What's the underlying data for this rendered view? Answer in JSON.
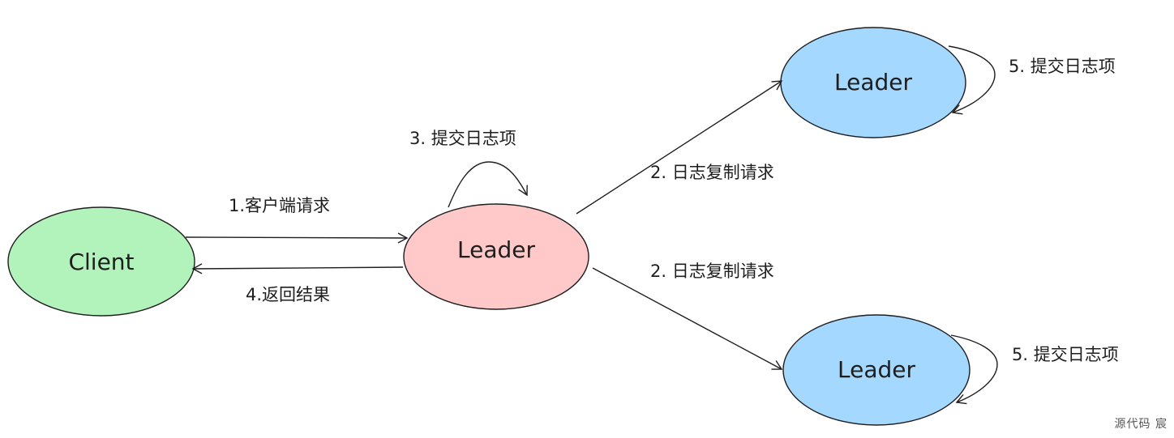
{
  "nodes": {
    "client": {
      "label": "Client",
      "fill": "#b2f2bb"
    },
    "leader_main": {
      "label": "Leader",
      "fill": "#ffc9c9"
    },
    "leader_top": {
      "label": "Leader",
      "fill": "#a5d8ff"
    },
    "leader_bottom": {
      "label": "Leader",
      "fill": "#a5d8ff"
    }
  },
  "edges": {
    "client_request": "1.客户端请求",
    "return_result": "4.返回结果",
    "commit_main": "3. 提交日志项",
    "replicate_top": "2. 日志复制请求",
    "replicate_bottom": "2. 日志复制请求",
    "commit_top": "5. 提交日志项",
    "commit_bottom": "5. 提交日志项"
  },
  "stroke_color": "#1e1e1e",
  "watermark": "源代码 宸"
}
